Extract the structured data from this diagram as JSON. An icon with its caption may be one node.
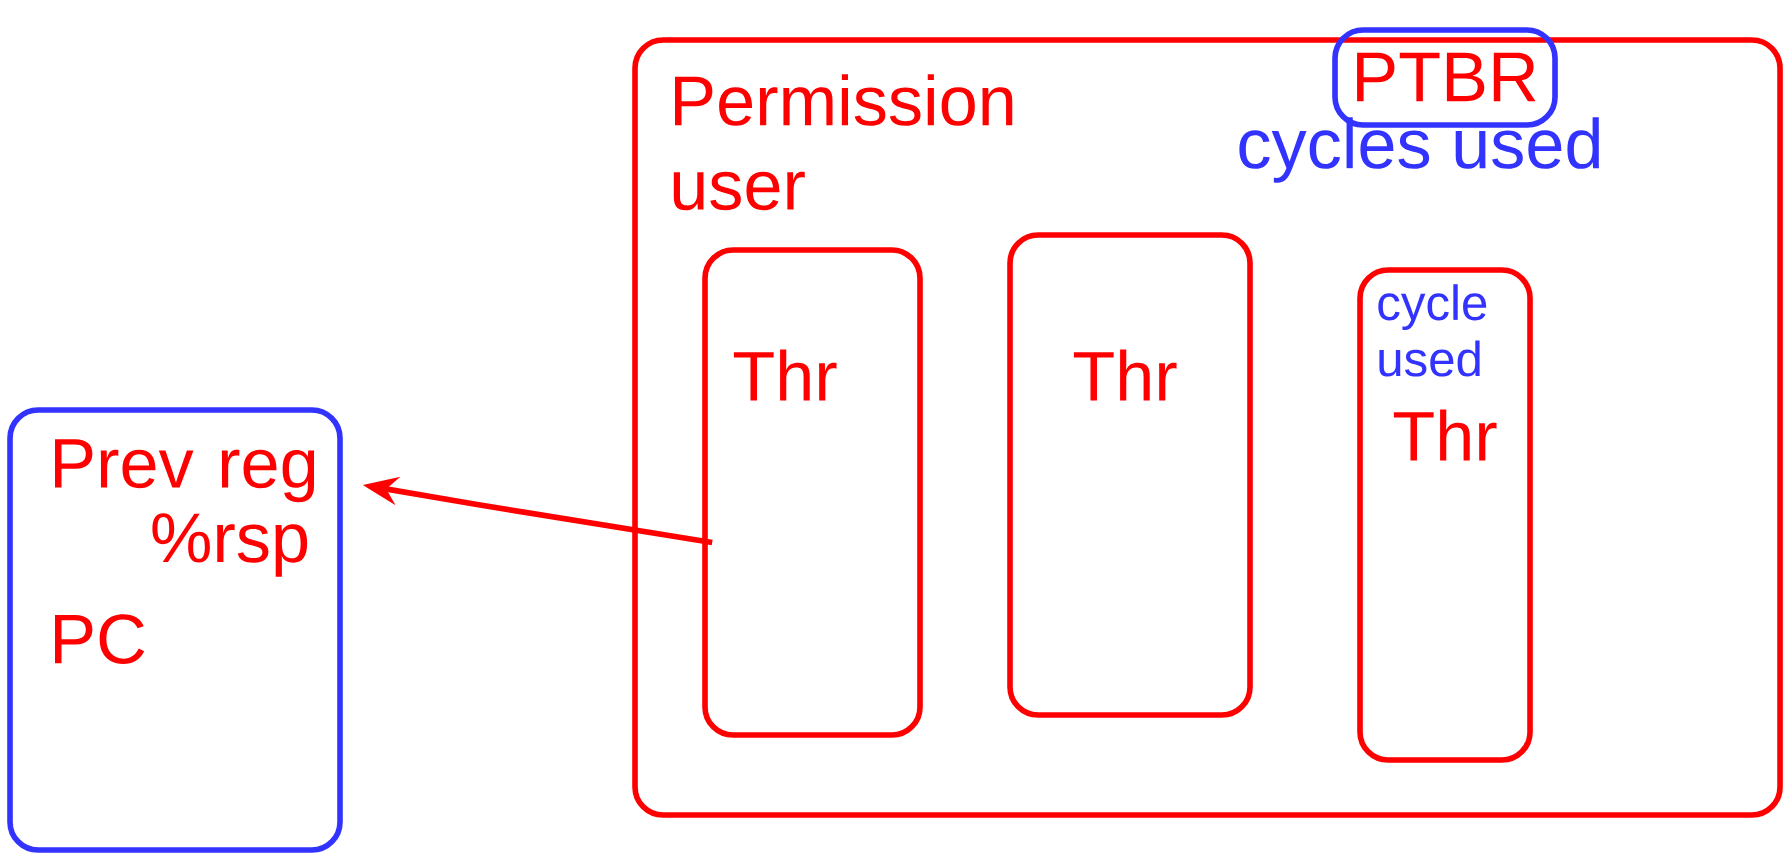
{
  "diagram": {
    "nodes": [
      {
        "text": [
          "Permission user"
        ]
      },
      {
        "text": [
          "PTBR"
        ],
        "beside": [
          "cycles used"
        ],
        "in": 0
      },
      {
        "text": [
          "Thr"
        ],
        "in": 0
      },
      {
        "text": [
          "Thr"
        ],
        "in": 0
      },
      {
        "text": [
          "cycle used",
          "Thr"
        ],
        "in": 0
      },
      {
        "text": [
          "Prev reg",
          "%rsp",
          "PC"
        ]
      }
    ],
    "edges": [
      {
        "from": 2,
        "to": 5,
        "arrow": "to"
      }
    ]
  }
}
